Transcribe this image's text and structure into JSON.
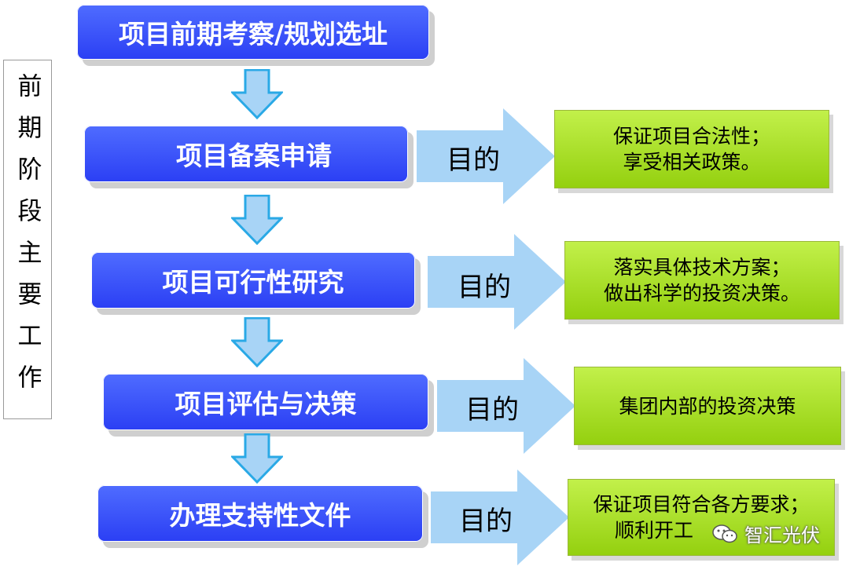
{
  "side_label": "前期阶段主要工作",
  "steps": [
    "项目前期考察/规划选址",
    "项目备案申请",
    "项目可行性研究",
    "项目评估与决策",
    "办理支持性文件"
  ],
  "arrow_label": "目的",
  "goals": [
    {
      "line1": "保证项目合法性；",
      "line2": "享受相关政策。"
    },
    {
      "line1": "落实具体技术方案；",
      "line2": "做出科学的投资决策。"
    },
    {
      "line1": "集团内部的投资决策",
      "line2": ""
    },
    {
      "line1": "保证项目符合各方要求；",
      "line2": "顺利开工"
    }
  ],
  "watermark": "智汇光伏",
  "colors": {
    "step_blue": "#2b3ff4",
    "arrow_light_blue": "#a8d4f6",
    "goal_green": "#a6e01e"
  }
}
